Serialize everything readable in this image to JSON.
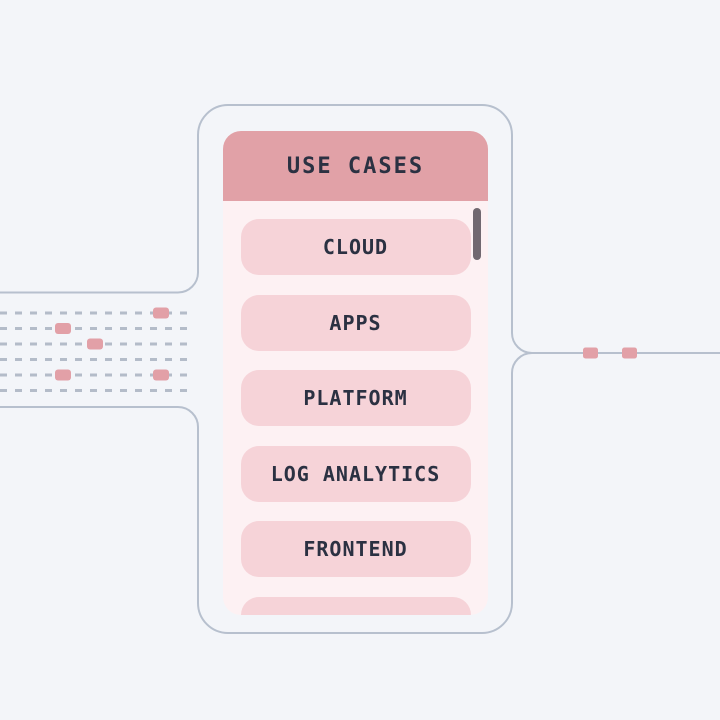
{
  "panel": {
    "title": "USE CASES",
    "items": [
      {
        "label": "CLOUD"
      },
      {
        "label": "APPS"
      },
      {
        "label": "PLATFORM"
      },
      {
        "label": "LOG ANALYTICS"
      },
      {
        "label": "FRONTEND"
      },
      {
        "label": ""
      }
    ],
    "partial_sixth_item_visible": true,
    "scrollbar_visible": true
  },
  "flows": {
    "inbound_left": {
      "line_style": "dashed",
      "line_count": 6,
      "packet_count": 5
    },
    "outbound_right": {
      "line_style": "solid",
      "line_count": 1,
      "packet_count": 2
    }
  },
  "colors": {
    "page_background": "#f3f5f9",
    "container_outline": "#b7c0ce",
    "dashed_line": "#b4bcc9",
    "packet_pink": "#e2a0a7",
    "header_pink": "#e1a1a7",
    "card_body_pink": "#fdf1f3",
    "item_pink": "#f6d3d8",
    "text_dark": "#2b3142",
    "scrollbar_thumb": "#716870"
  }
}
